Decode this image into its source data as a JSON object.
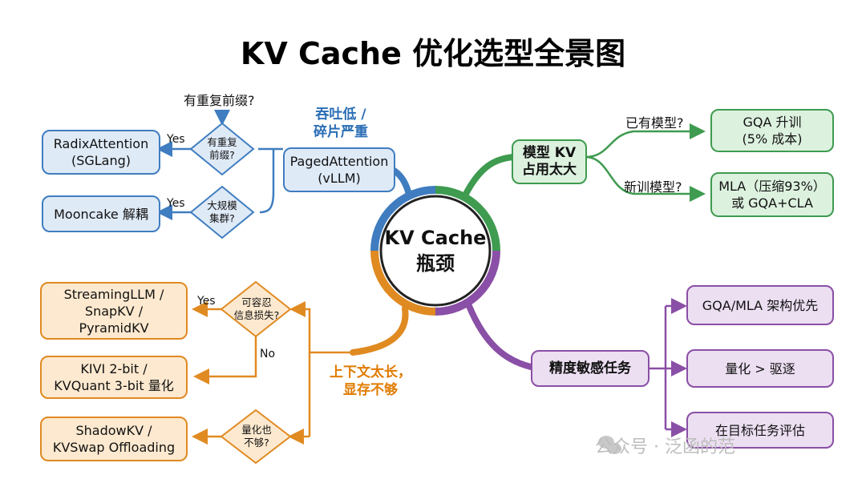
{
  "title": "KV Cache 优化选型全景图",
  "center": "KV Cache\n瓶颈",
  "branches": {
    "paged": "吞吐低 /\n碎片严重",
    "kv_size": "模型 KV\n占用太大",
    "long_ctx": "上下文太长，\n显存不够",
    "precision": "精度敏感任务"
  },
  "nodes": {
    "paged_attention": "PagedAttention\n(vLLM)",
    "prefix_question": "有重复前缀?",
    "diamond_prefix": "有重复\n前缀?",
    "radix": "RadixAttention\n(SGLang)",
    "diamond_cluster": "大规模\n集群?",
    "mooncake": "Mooncake 解耦",
    "existing_q": "已有模型?",
    "gqa_upgrade": "GQA 升训\n(5% 成本)",
    "new_q": "新训模型?",
    "mla": "MLA（压缩93%）\n或 GQA+CLA",
    "diamond_loss": "可容忍\n信息损失?",
    "streaming": "StreamingLLM /\nSnapKV /\nPyramidKV",
    "kivi": "KIVI 2-bit /\nKVQuant 3-bit 量化",
    "diamond_quant": "量化也\n不够?",
    "shadow": "ShadowKV /\nKVSwap Offloading",
    "gqa_mla_first": "GQA/MLA 架构优先",
    "quant_gt_evict": "量化 > 驱逐",
    "eval_task": "在目标任务评估"
  },
  "edge_labels": {
    "yes1": "Yes",
    "yes2": "Yes",
    "yes3": "Yes",
    "no1": "No"
  },
  "watermark": "公众号 · 泛函的范",
  "colors": {
    "blue": "#3f7dc0",
    "green": "#3e9b4f",
    "orange": "#e08a22",
    "purple": "#8a4fa6",
    "blue_text": "#2a6db5",
    "green_text": "#2e8b40",
    "orange_text": "#e07b00"
  }
}
